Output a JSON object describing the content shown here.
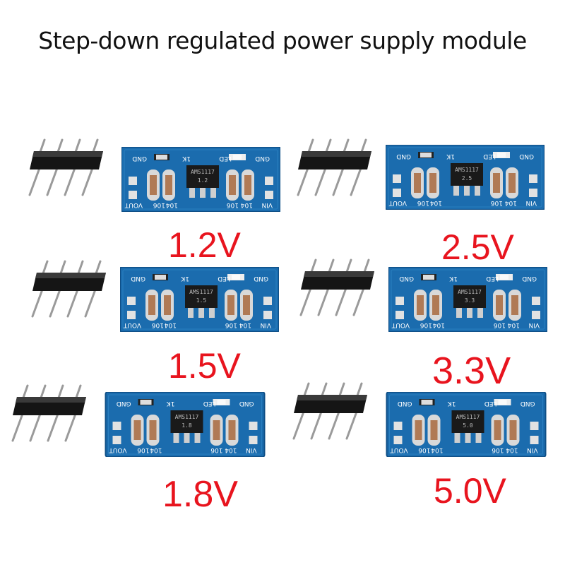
{
  "title": "Step-down regulated power supply module",
  "colors": {
    "pcb": "#1b6cae",
    "pcb_dark": "#0f4f86",
    "pad": "#e2e2e2",
    "voltage_label": "#e8141e"
  },
  "board_silkscreen": {
    "gnd": "GND",
    "led": "LED",
    "resistor": "1K",
    "vout": "VOUT",
    "vin": "VIN",
    "cap1": "106",
    "cap2": "104",
    "chip": "AMS1117"
  },
  "modules": [
    {
      "voltage": "1.2V",
      "chip_marking": "1.2"
    },
    {
      "voltage": "2.5V",
      "chip_marking": "2.5"
    },
    {
      "voltage": "1.5V",
      "chip_marking": "1.5"
    },
    {
      "voltage": "3.3V",
      "chip_marking": "3.3"
    },
    {
      "voltage": "1.8V",
      "chip_marking": "1.8"
    },
    {
      "voltage": "5.0V",
      "chip_marking": "5.0"
    }
  ]
}
